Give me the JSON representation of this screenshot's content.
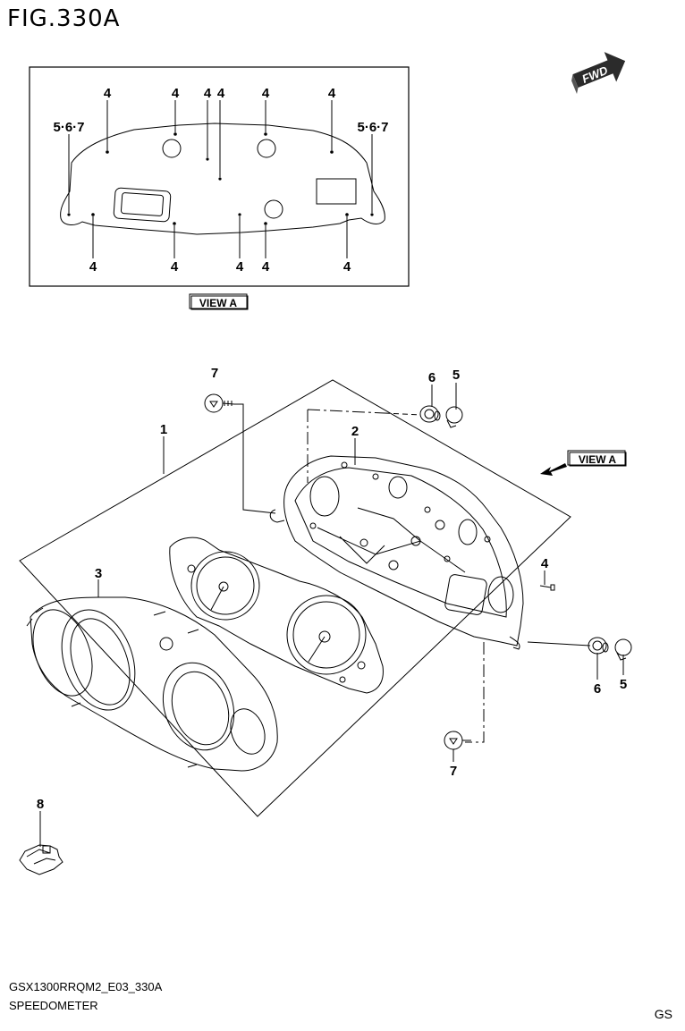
{
  "figure": {
    "title": "FIG.330A"
  },
  "view_label": "VIEW A",
  "fwd_label": "FWD",
  "callouts": {
    "part1": "1",
    "part2": "2",
    "part3": "3",
    "part4": "4",
    "part5": "5",
    "part6": "6",
    "part7": "7",
    "part8": "8",
    "part567": "5·6·7"
  },
  "footer": {
    "model_code": "GSX1300RRQM2_E03_330A",
    "part_name": "SPEEDOMETER",
    "region": "GS"
  }
}
